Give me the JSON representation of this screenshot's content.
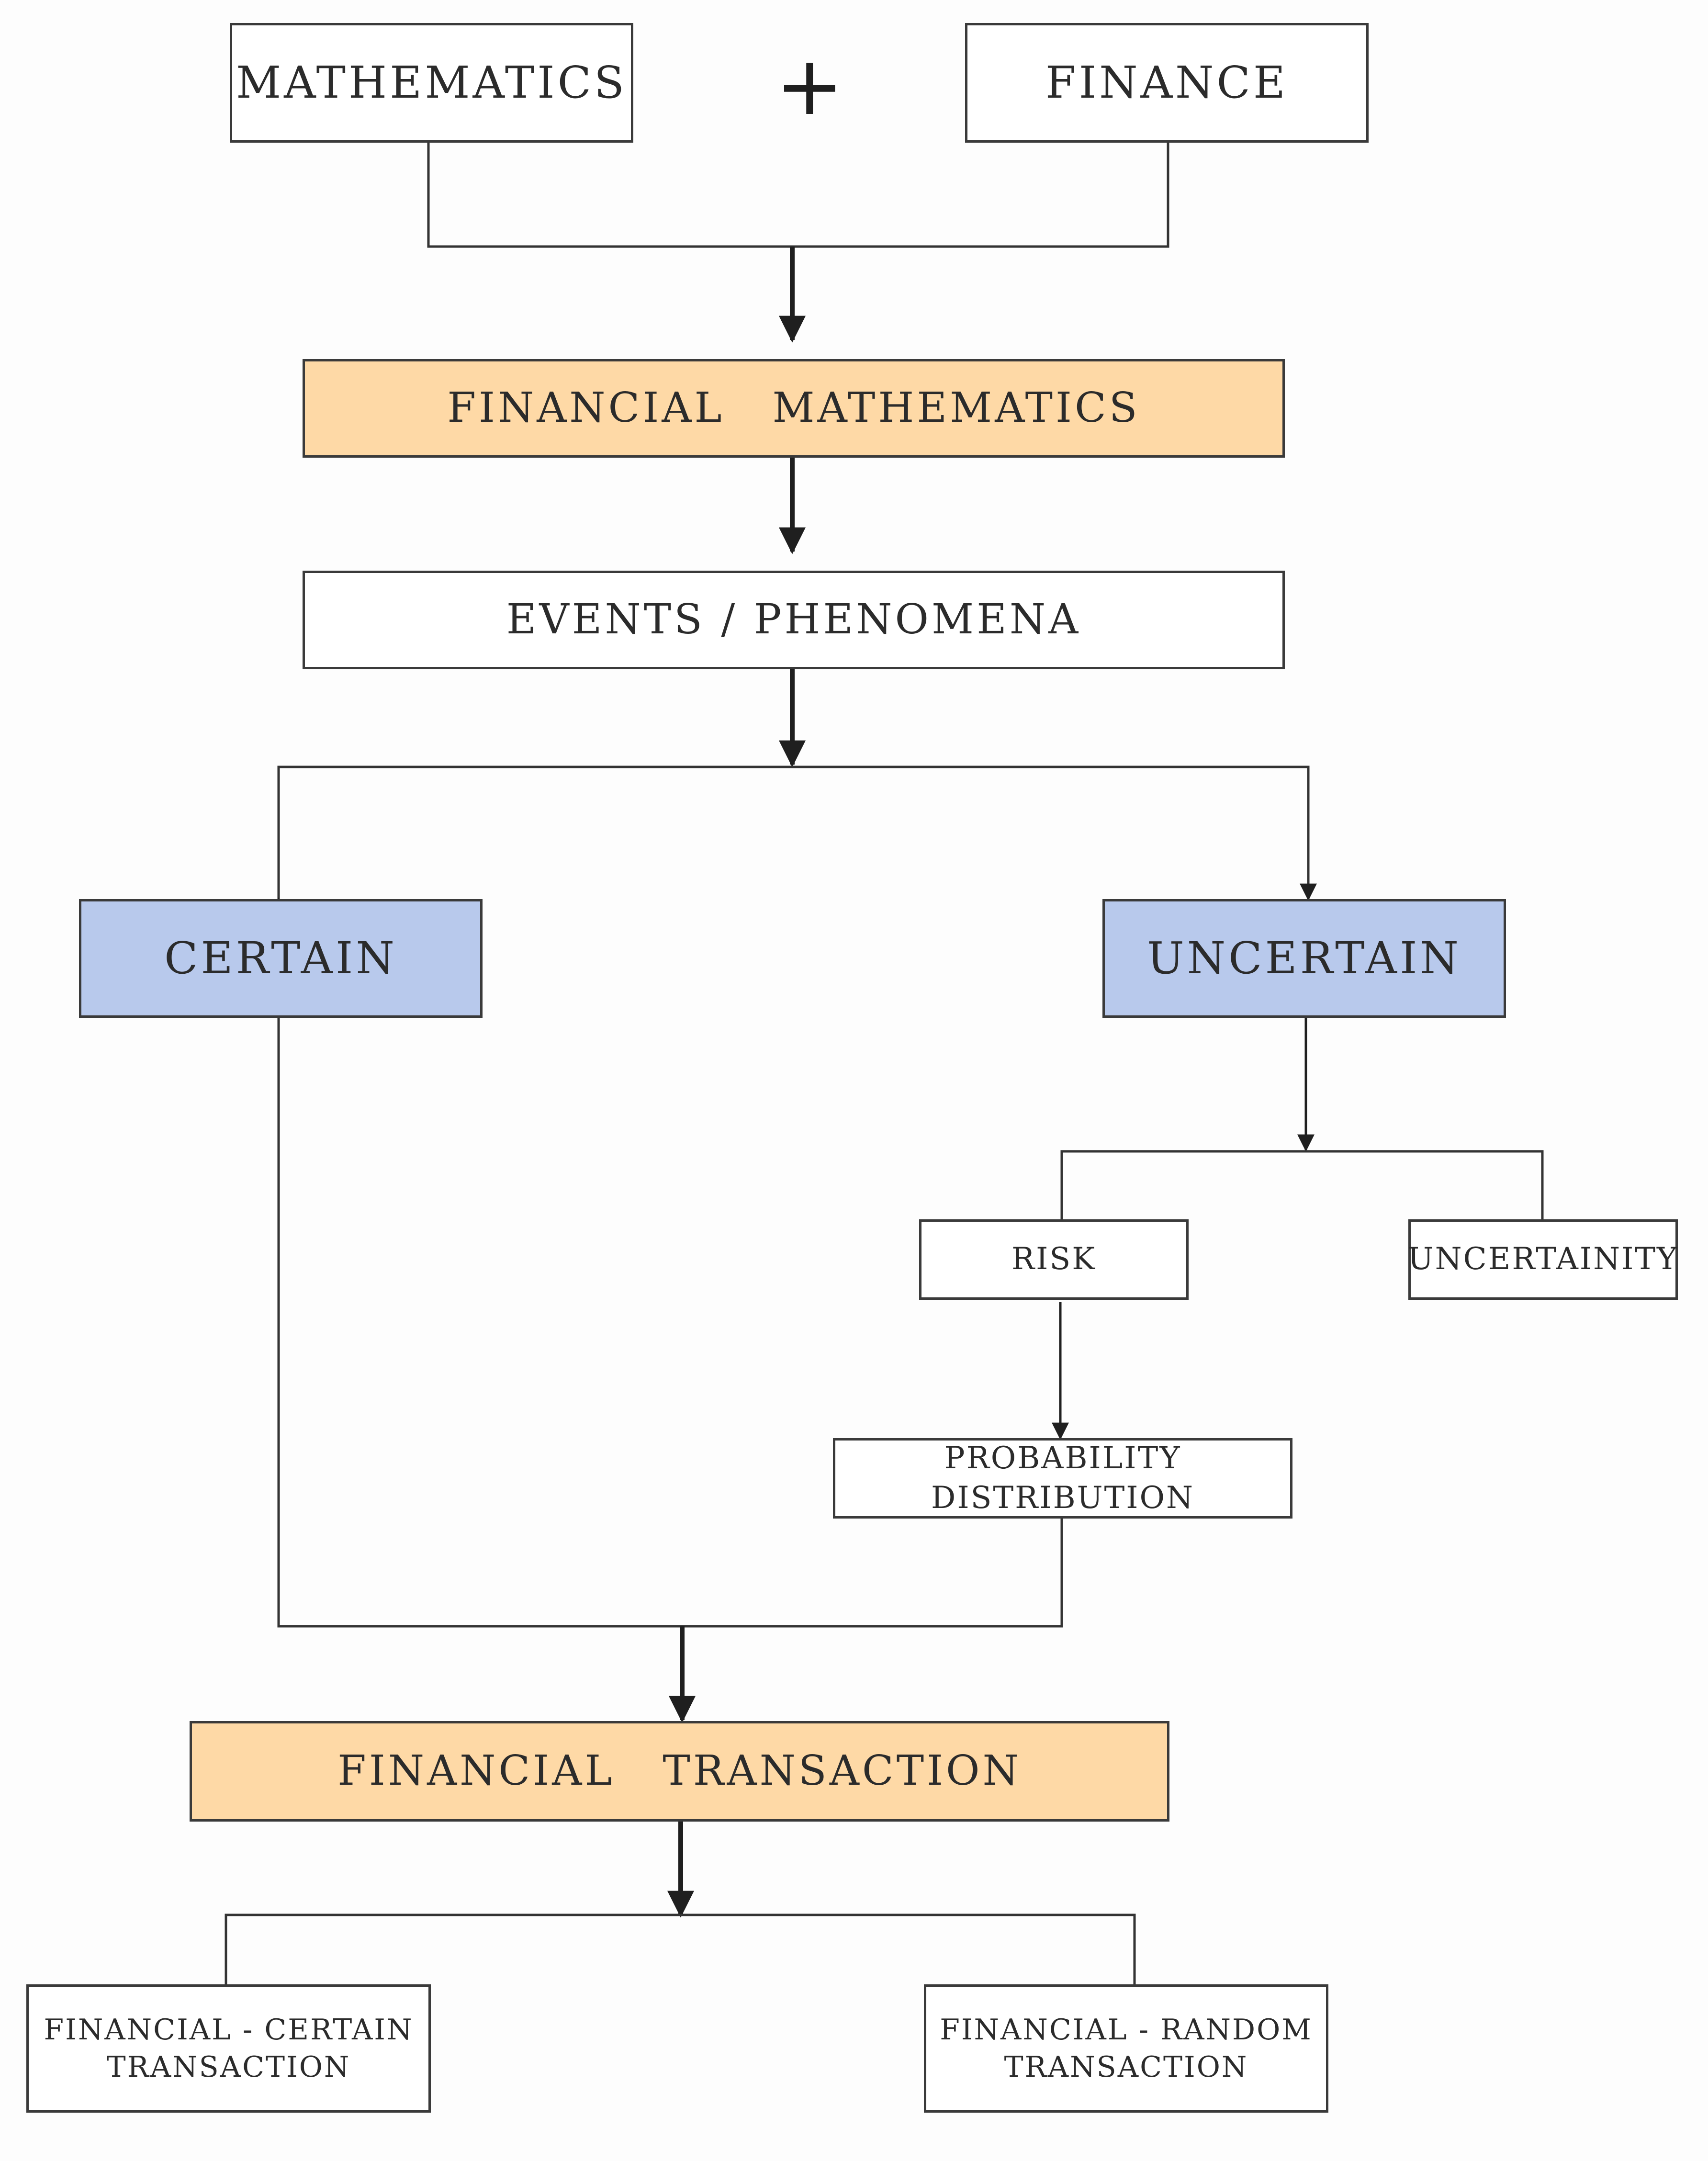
{
  "top": {
    "left_label": "MATHEMATICS",
    "operator": "+",
    "right_label": "FINANCE"
  },
  "financial_mathematics": "FINANCIAL   MATHEMATICS",
  "events": "EVENTS / PHENOMENA",
  "certain": "CERTAIN",
  "uncertain": "UNCERTAIN",
  "risk": "RISK",
  "uncertainity": "UNCERTAINITY",
  "probability_distribution": "PROBABILITY DISTRIBUTION",
  "financial_transaction": "FINANCIAL   TRANSACTION",
  "outcomes": {
    "certain_line1": "FINANCIAL - CERTAIN",
    "certain_line2": "TRANSACTION",
    "random_line1": "FINANCIAL - RANDOM",
    "random_line2": "TRANSACTION"
  },
  "colors": {
    "orange_fill": "#fed9a6",
    "blue_fill": "#b8c9ec",
    "line": "#1f1f1f"
  }
}
